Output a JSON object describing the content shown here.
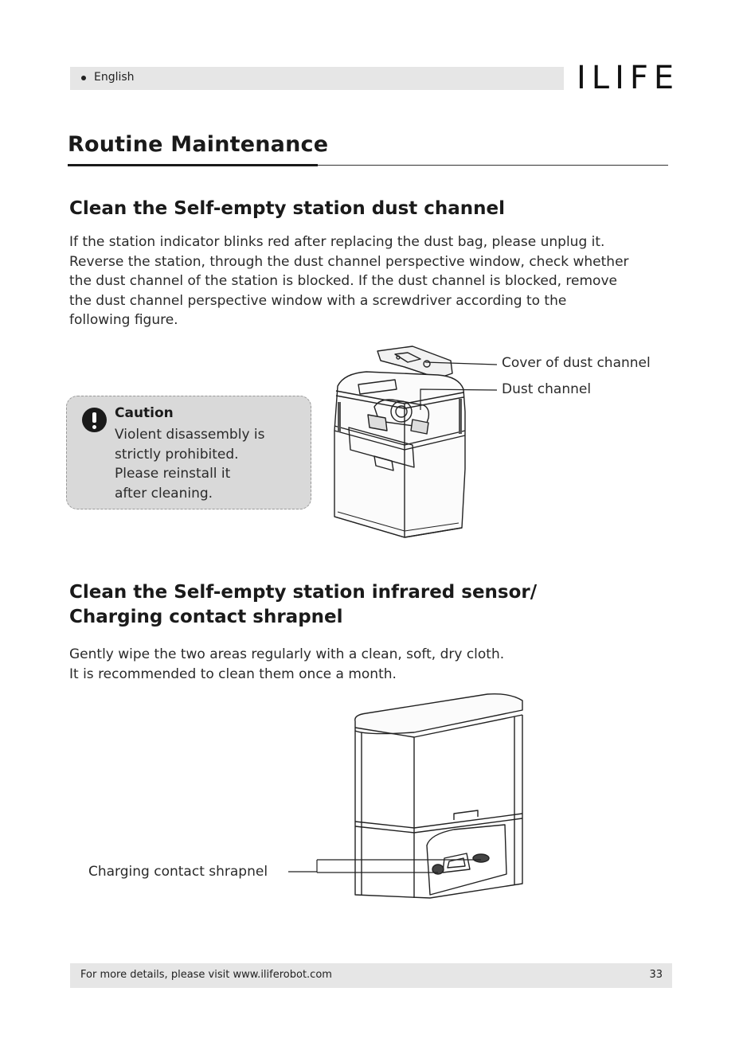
{
  "header": {
    "language": "English",
    "brand": "ILIFE"
  },
  "section_title": "Routine Maintenance",
  "dust_channel": {
    "heading": "Clean the Self-empty station dust channel",
    "body_lines": [
      "If the station indicator blinks red after replacing the dust bag, please unplug it.",
      "Reverse the station, through the dust channel perspective window, check whether",
      "the dust channel of the station is blocked. If the dust channel is blocked, remove",
      "the dust channel perspective window with a screwdriver according to the",
      "following figure."
    ],
    "callouts": {
      "cover": "Cover of dust channel",
      "channel": "Dust channel"
    }
  },
  "caution": {
    "title": "Caution",
    "lines": [
      "Violent disassembly is",
      "strictly prohibited.",
      "Please reinstall it",
      "after cleaning."
    ]
  },
  "sensor": {
    "heading_lines": [
      "Clean the Self-empty station infrared sensor/",
      "Charging contact shrapnel"
    ],
    "body_lines": [
      "Gently wipe the two areas regularly with a clean, soft, dry cloth.",
      "It is recommended to clean them once a month."
    ],
    "callout": "Charging contact shrapnel"
  },
  "footer": {
    "text": "For more details, please visit www.iliferobot.com",
    "page": "33"
  }
}
